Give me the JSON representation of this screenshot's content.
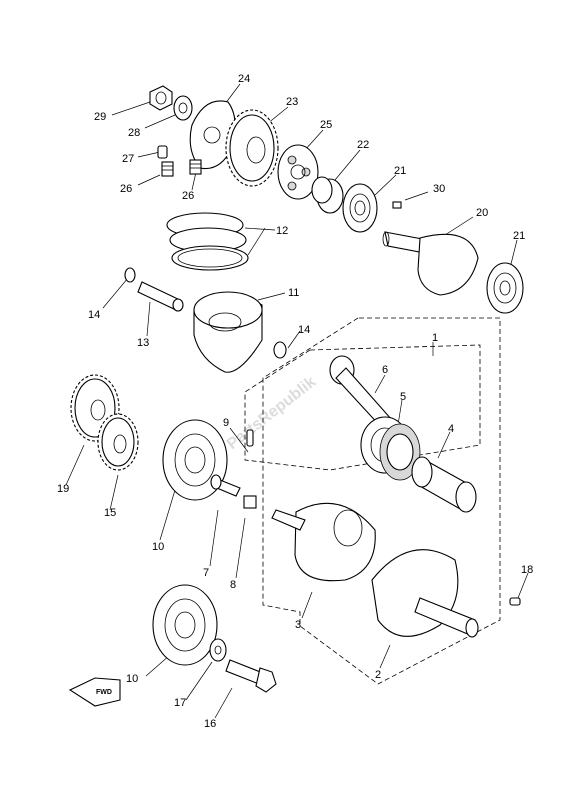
{
  "watermark": "PartsRepublik",
  "forward_label": "FWD",
  "callouts": [
    {
      "id": "c1",
      "text": "1"
    },
    {
      "id": "c2",
      "text": "2"
    },
    {
      "id": "c3",
      "text": "3"
    },
    {
      "id": "c4",
      "text": "4"
    },
    {
      "id": "c5",
      "text": "5"
    },
    {
      "id": "c6",
      "text": "6"
    },
    {
      "id": "c7",
      "text": "7"
    },
    {
      "id": "c8",
      "text": "8"
    },
    {
      "id": "c9",
      "text": "9"
    },
    {
      "id": "c10a",
      "text": "10"
    },
    {
      "id": "c10b",
      "text": "10"
    },
    {
      "id": "c11",
      "text": "11"
    },
    {
      "id": "c12",
      "text": "12"
    },
    {
      "id": "c13",
      "text": "13"
    },
    {
      "id": "c14a",
      "text": "14"
    },
    {
      "id": "c14b",
      "text": "14"
    },
    {
      "id": "c15",
      "text": "15"
    },
    {
      "id": "c16",
      "text": "16"
    },
    {
      "id": "c17",
      "text": "17"
    },
    {
      "id": "c18",
      "text": "18"
    },
    {
      "id": "c19",
      "text": "19"
    },
    {
      "id": "c20",
      "text": "20"
    },
    {
      "id": "c21a",
      "text": "21"
    },
    {
      "id": "c21b",
      "text": "21"
    },
    {
      "id": "c22",
      "text": "22"
    },
    {
      "id": "c23",
      "text": "23"
    },
    {
      "id": "c24",
      "text": "24"
    },
    {
      "id": "c25",
      "text": "25"
    },
    {
      "id": "c26a",
      "text": "26"
    },
    {
      "id": "c26b",
      "text": "26"
    },
    {
      "id": "c27",
      "text": "27"
    },
    {
      "id": "c28",
      "text": "28"
    },
    {
      "id": "c29",
      "text": "29"
    },
    {
      "id": "c30",
      "text": "30"
    }
  ]
}
